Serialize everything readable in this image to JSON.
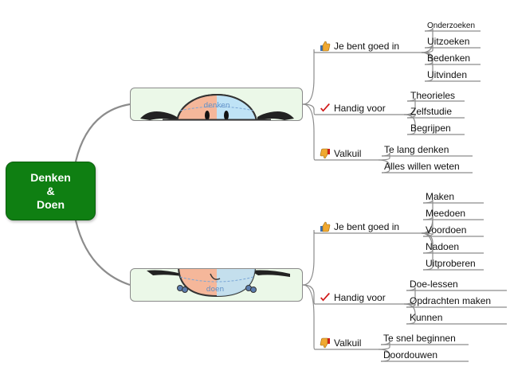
{
  "root": {
    "lines": [
      "Denken",
      "&",
      "Doen"
    ]
  },
  "top": {
    "image_word": "denken",
    "categories": [
      {
        "label": "Je bent goed in",
        "icon": "thumbs-up-icon",
        "items": [
          "Onderzoeken",
          "Uitzoeken",
          "Bedenken",
          "Uitvinden"
        ]
      },
      {
        "label": "Handig voor",
        "icon": "checkmark-icon",
        "items": [
          "Theorieles",
          "Zelfstudie",
          "Begrijpen"
        ]
      },
      {
        "label": "Valkuil",
        "icon": "thumbs-down-icon",
        "items": [
          "Te lang denken",
          "Alles willen weten"
        ]
      }
    ]
  },
  "bottom": {
    "image_word": "doen",
    "categories": [
      {
        "label": "Je bent goed in",
        "icon": "thumbs-up-icon",
        "items": [
          "Maken",
          "Meedoen",
          "Voordoen",
          "Nadoen",
          "Uitproberen"
        ]
      },
      {
        "label": "Handig voor",
        "icon": "checkmark-icon",
        "items": [
          "Doe-lessen",
          "Opdrachten maken",
          "Kunnen"
        ]
      },
      {
        "label": "Valkuil",
        "icon": "thumbs-down-icon",
        "items": [
          "Te snel beginnen",
          "Doordouwen"
        ]
      }
    ]
  },
  "colors": {
    "root_fill": "#0f7f12",
    "image_fill": "#ebf8e8",
    "wire": "#8c8c8c",
    "check": "#d01818",
    "thumb": "#f0a830",
    "cuff": "#3a6fb0"
  }
}
